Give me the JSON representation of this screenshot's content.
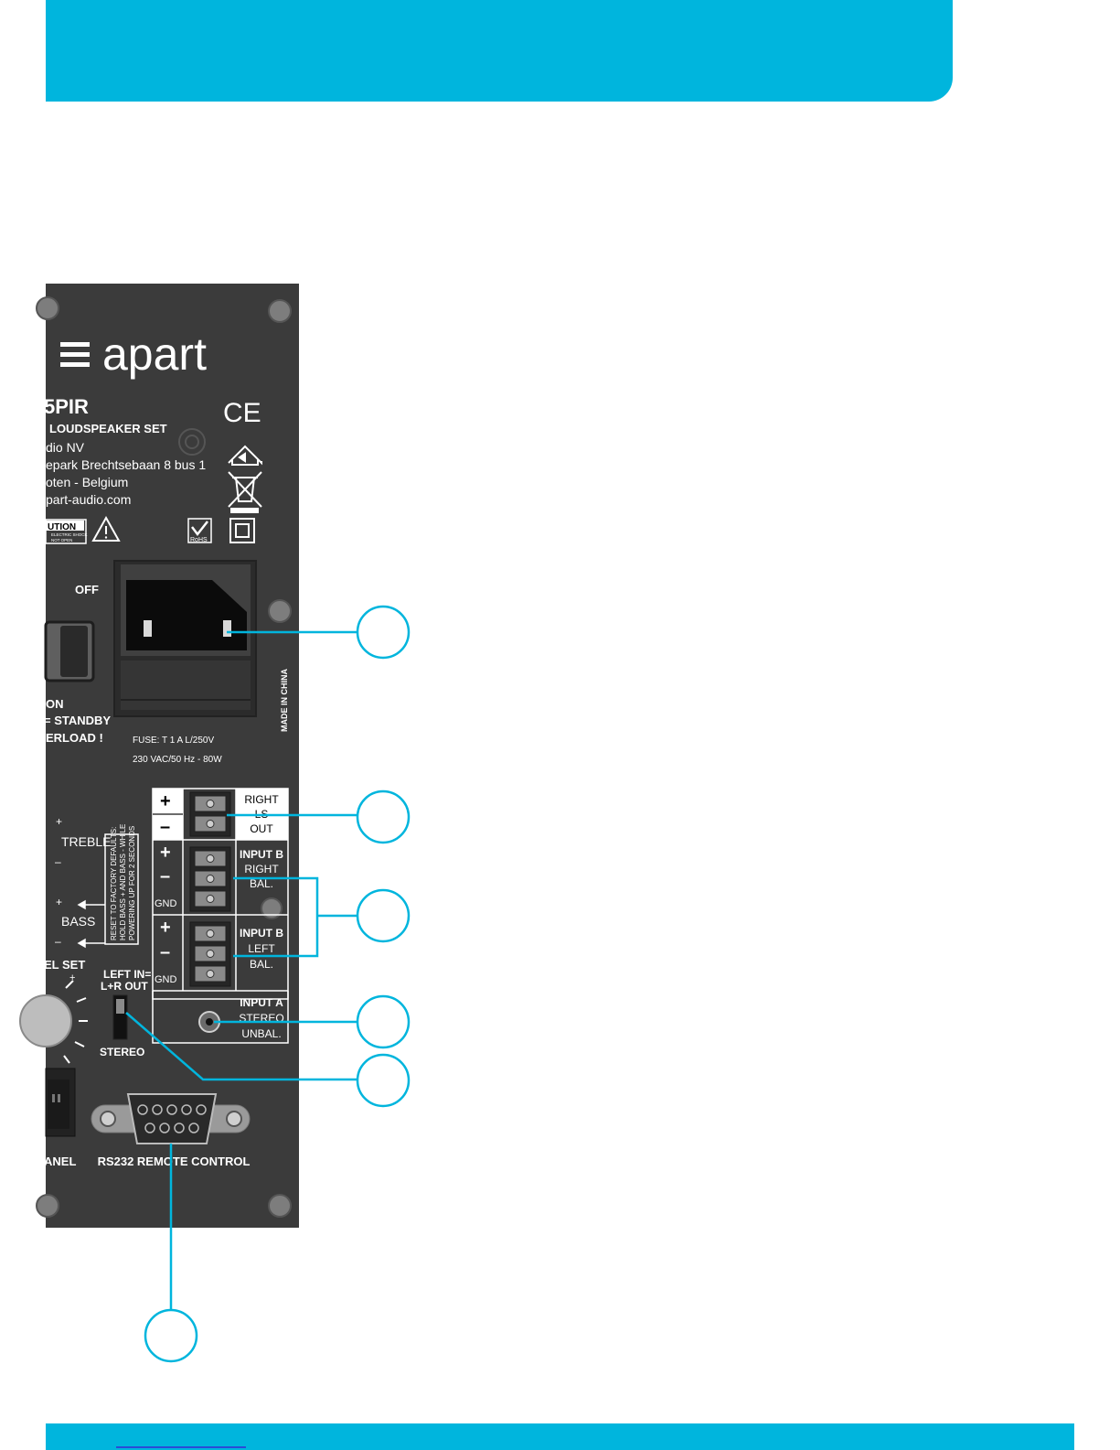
{
  "panel": {
    "brand": "apart",
    "model": "5PIR",
    "product": "LOUDSPEAKER SET",
    "company": "dio NV",
    "address_1": "epark Brechtsebaan 8 bus 1",
    "address_2": "oten - Belgium",
    "website": "part-audio.com",
    "ce_mark": "CE",
    "caution_title": "UTION",
    "caution_line1": "ELECTRIC SHOCK",
    "caution_line2": "NOT OPEN",
    "rohs": "RoHS",
    "switch_off": "OFF",
    "switch_on": "ON",
    "standby": "= STANDBY",
    "overload": "ERLOAD !",
    "made_in": "MADE IN CHINA",
    "fuse": "FUSE: T 1 A L/250V",
    "power_rating": "230 VAC/50 Hz - 80W",
    "plus": "+",
    "minus": "–",
    "gnd": "GND",
    "treble": "TREBLE",
    "bass": "BASS",
    "reset_1": "RESET TO FACTORY DEFAULTS:",
    "reset_2": "HOLD BASS + AND BASS - WHILE",
    "reset_3": "POWERING UP FOR 2 SECONDS",
    "level_set": "EL SET",
    "right_ls_1": "RIGHT",
    "right_ls_2": "LS",
    "right_ls_3": "OUT",
    "input_b_right_1": "INPUT B",
    "input_b_right_2": "RIGHT",
    "input_b_right_3": "BAL.",
    "input_b_left_1": "INPUT B",
    "input_b_left_2": "LEFT",
    "input_b_left_3": "BAL.",
    "input_a_1": "INPUT A",
    "input_a_2": "STEREO",
    "input_a_3": "UNBAL.",
    "mode_1": "LEFT IN=",
    "mode_2": "L+R OUT",
    "mode_3": "STEREO",
    "rs232": "RS232 REMOTE CONTROL",
    "panel_label": "ANEL"
  },
  "colors": {
    "accent": "#00b5dd",
    "panel": "#3b3b3b",
    "text_on_panel": "#ffffff"
  }
}
